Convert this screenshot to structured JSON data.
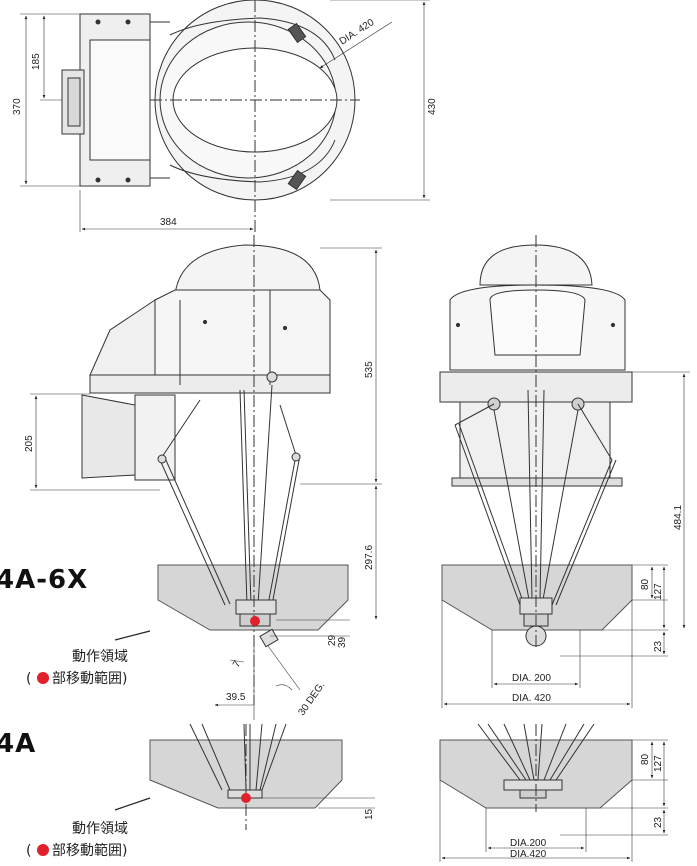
{
  "dimensions": {
    "top_height_185": "185",
    "top_height_370": "370",
    "top_height_430": "430",
    "top_width_384": "384",
    "dia_420": "DIA. 420",
    "side_height_535": "535",
    "side_height_205": "205",
    "side_height_297_6": "297.6",
    "side_29": "29",
    "side_39": "39",
    "side_7": "7",
    "side_39_5": "39.5",
    "angle_30": "30 DEG.",
    "front_484_1": "484.1",
    "front_80": "80",
    "front_127": "127",
    "front_23": "23",
    "front_dia_200": "DIA. 200",
    "front_dia_420": "DIA. 420",
    "bottom_15": "15",
    "bottom_80": "80",
    "bottom_127": "127",
    "bottom_23": "23",
    "bottom_dia_200": "DIA.200",
    "bottom_dia_420": "DIA.420"
  },
  "models": {
    "model_a": "4A-6X",
    "model_b": "4A"
  },
  "legend": {
    "line1": "動作領域",
    "line2_prefix": "(",
    "line2_text": "部移動範囲)",
    "dot_color": "#e0202a"
  },
  "colors": {
    "workspace_fill": "#d6d6d6",
    "robot_fill": "#f4f4f4",
    "robot_stroke": "#333333",
    "marker": "#e0202a"
  }
}
